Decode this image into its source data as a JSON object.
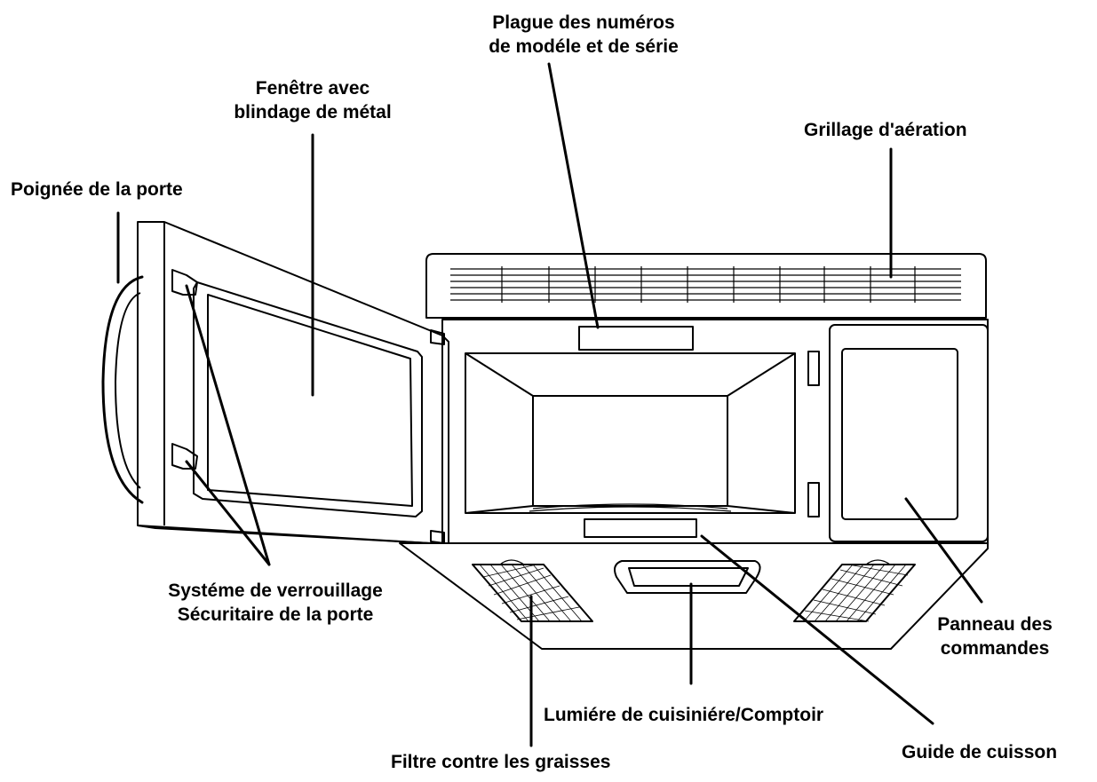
{
  "labels": {
    "door_handle": "Poignée de la porte",
    "window": [
      "Fenêtre avec",
      "blindage de métal"
    ],
    "model_plate": [
      "Plague des numéros",
      "de modéle et de série"
    ],
    "vent_grille": "Grillage d'aération",
    "door_lock": [
      "Systéme de verrouillage",
      "Sécuritaire de la porte"
    ],
    "control_panel": [
      "Panneau des",
      "commandes"
    ],
    "cooktop_light": "Lumiére de cuisiniére/Comptoir",
    "cooking_guide": "Guide de cuisson",
    "grease_filter": "Filtre contre les graisses"
  }
}
